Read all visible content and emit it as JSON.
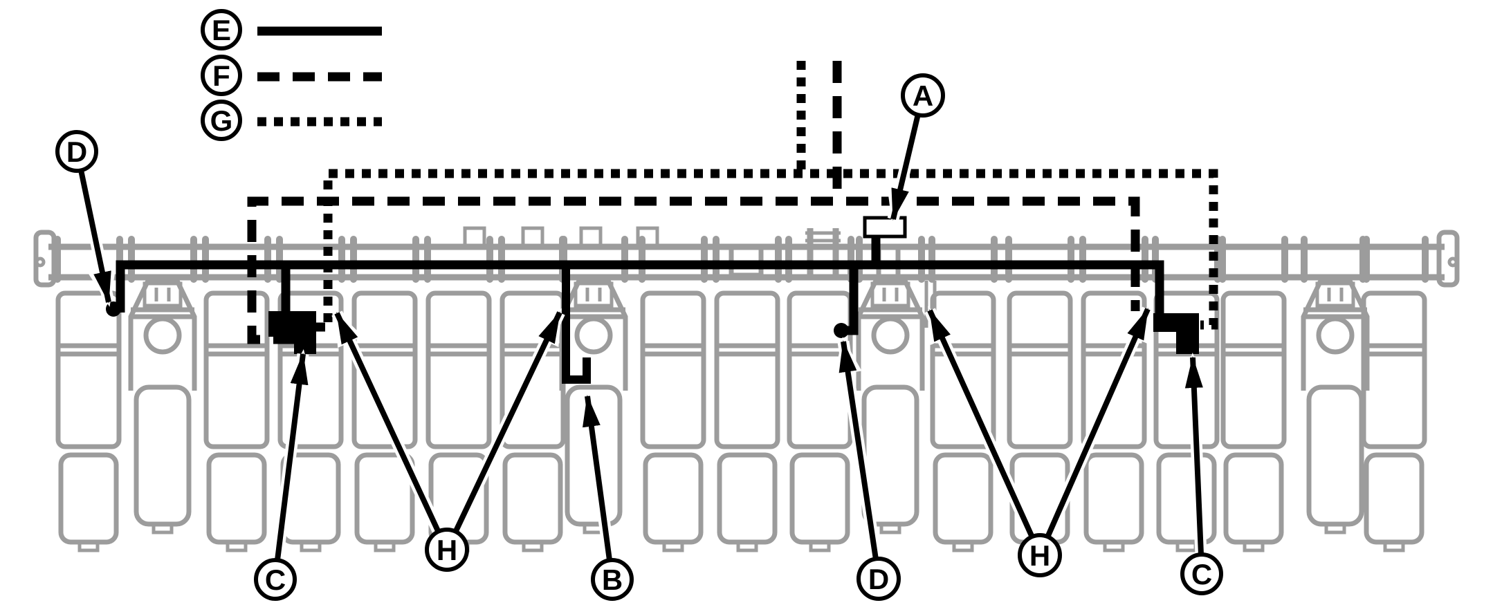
{
  "diagram": {
    "type": "planter-wiring-harness-routing-diagram",
    "background_color": "#ffffff",
    "colors": {
      "wiring": "#000000",
      "machine_outline": "#9c9c9c"
    },
    "legend": {
      "items": [
        {
          "label": "E",
          "line_style": "solid"
        },
        {
          "label": "F",
          "line_style": "dashed"
        },
        {
          "label": "G",
          "line_style": "dotted"
        }
      ]
    },
    "callouts": {
      "a": {
        "label": "A"
      },
      "b": {
        "label": "B"
      },
      "c_left": {
        "label": "C"
      },
      "c_right": {
        "label": "C"
      },
      "d_left": {
        "label": "D"
      },
      "d_right": {
        "label": "D"
      },
      "h_left": {
        "label": "H"
      },
      "h_right": {
        "label": "H"
      }
    }
  }
}
